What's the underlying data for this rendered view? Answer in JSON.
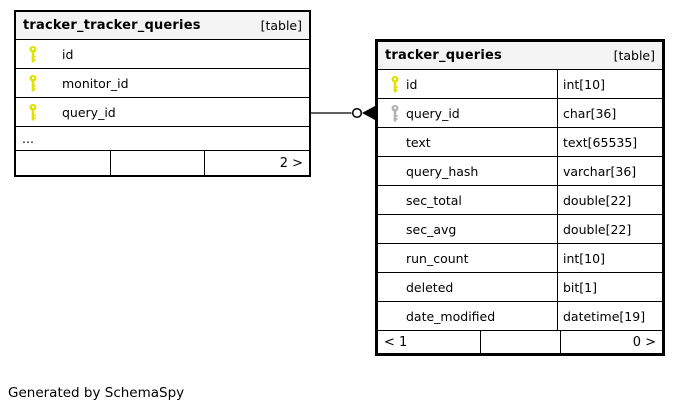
{
  "note": "Generated by SchemaSpy",
  "colors": {
    "primary_key_icon": "#e2e200",
    "foreign_key_icon": "#b3b3b3",
    "header_background": "#f4f4f4",
    "border": "#000000"
  },
  "relationship": {
    "from_table": "tracker_tracker_queries",
    "from_column": "query_id",
    "to_table": "tracker_queries",
    "to_column": "query_id"
  },
  "tables": {
    "left": {
      "name": "tracker_tracker_queries",
      "badge": "[table]",
      "columns": [
        {
          "name": "id",
          "key": "primary"
        },
        {
          "name": "monitor_id",
          "key": "primary"
        },
        {
          "name": "query_id",
          "key": "primary"
        },
        {
          "name": "...",
          "key": ""
        }
      ],
      "footer": {
        "left": "",
        "center": "",
        "right": "2 >"
      }
    },
    "right": {
      "name": "tracker_queries",
      "badge": "[table]",
      "columns": [
        {
          "name": "id",
          "type": "int[10]",
          "key": "primary"
        },
        {
          "name": "query_id",
          "type": "char[36]",
          "key": "foreign"
        },
        {
          "name": "text",
          "type": "text[65535]",
          "key": ""
        },
        {
          "name": "query_hash",
          "type": "varchar[36]",
          "key": ""
        },
        {
          "name": "sec_total",
          "type": "double[22]",
          "key": ""
        },
        {
          "name": "sec_avg",
          "type": "double[22]",
          "key": ""
        },
        {
          "name": "run_count",
          "type": "int[10]",
          "key": ""
        },
        {
          "name": "deleted",
          "type": "bit[1]",
          "key": ""
        },
        {
          "name": "date_modified",
          "type": "datetime[19]",
          "key": ""
        }
      ],
      "footer": {
        "left": "< 1",
        "center": "",
        "right": "0 >"
      }
    }
  }
}
